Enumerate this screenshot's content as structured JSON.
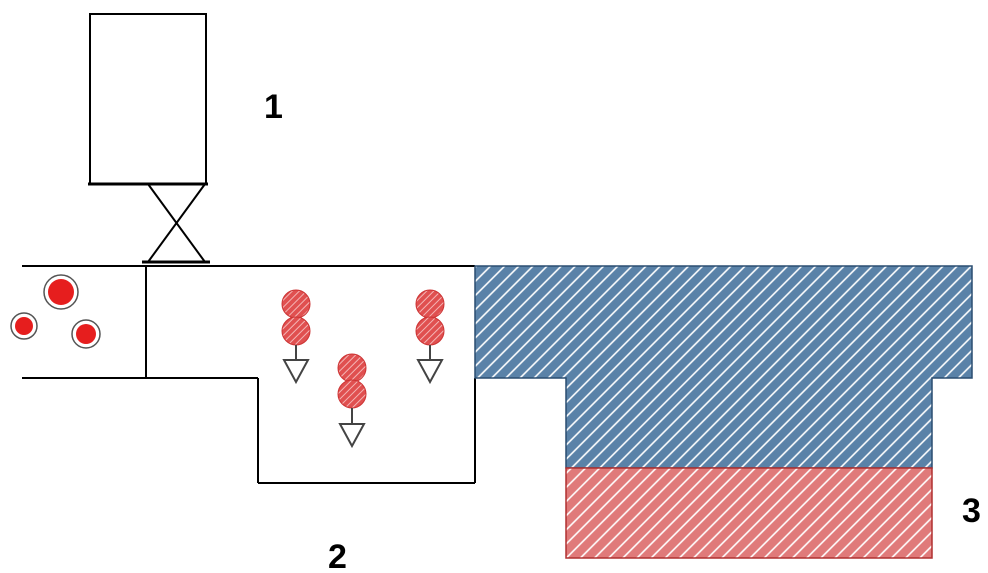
{
  "labels": {
    "one": "1",
    "two": "2",
    "three": "3"
  },
  "colors": {
    "outline": "#000000",
    "particle_fill": "#e63a3a",
    "particle_hatch": "#c94040",
    "blue_block": "#5a82a8",
    "red_block": "#e07a7a",
    "hatch_line": "#ffffff"
  }
}
